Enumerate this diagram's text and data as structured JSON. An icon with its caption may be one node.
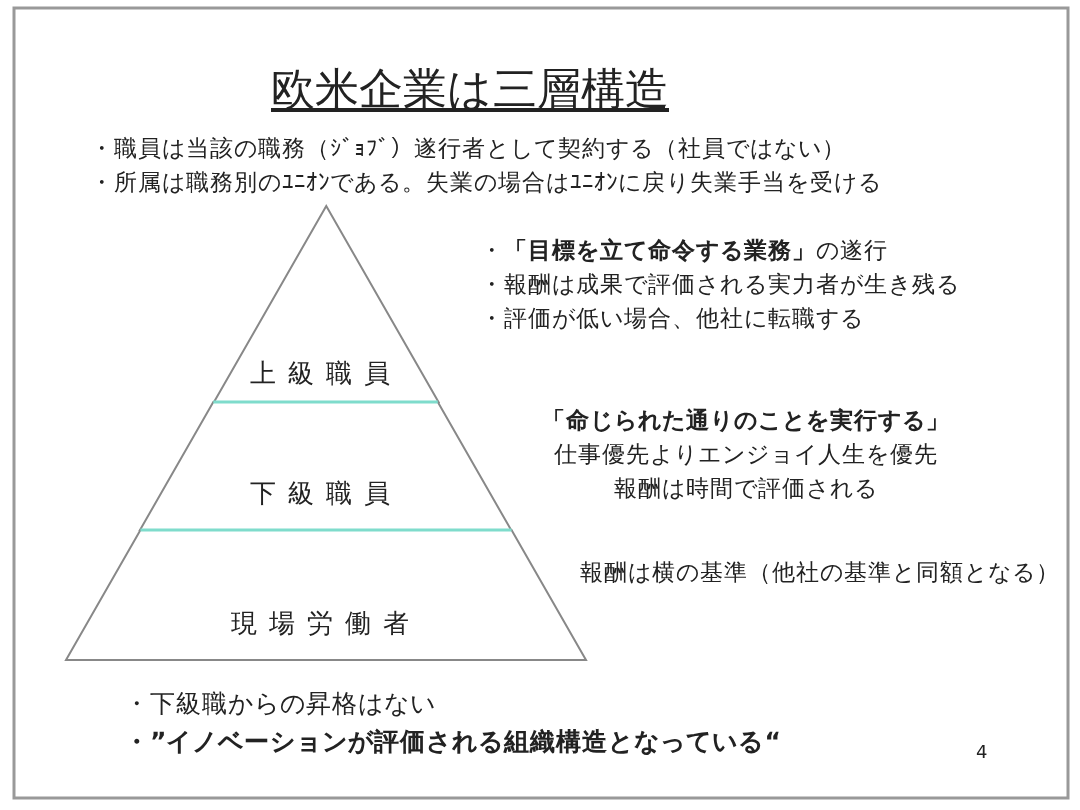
{
  "diagram": {
    "title": "欧米企業は三層構造",
    "nodes": [
      {
        "text": [
          "上級職員"
        ],
        "beside": [
          "・**「目標を立て命令する業務」**の遂行",
          "・報酬は成果で評価される実力者が生き残る",
          "・評価が低い場合、他社に転職する"
        ]
      },
      {
        "text": [
          "下級職員"
        ],
        "beside": [
          "「命じられた通りのことを実行する」",
          "仕事優先よりエンジョイ人生を優先",
          "報酬は時間で評価される"
        ]
      },
      {
        "text": [
          "現場労働者"
        ],
        "beside": [
          "報酬は横の基準（他社の基準と同額となる）"
        ]
      }
    ],
    "edges": [],
    "labels": [
      "・職員は当該の職務（ｼﾞｮﾌﾞ）遂行者として契約する（社員ではない）",
      "・所属は職務別のﾕﾆｵﾝである。失業の場合はﾕﾆｵﾝに戻り失業手当を受ける",
      "・下級職からの昇格はない",
      "・”イノベーションが評価される組織構造となっている“",
      "4"
    ]
  }
}
